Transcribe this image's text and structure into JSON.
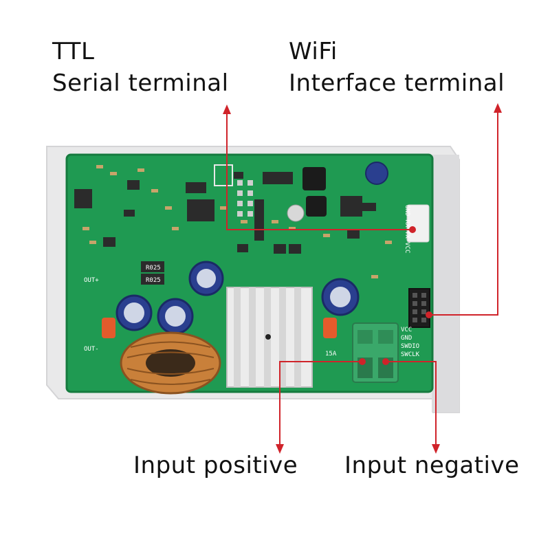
{
  "labels": {
    "ttl": {
      "line1": "TTL",
      "line2": "Serial terminal"
    },
    "wifi": {
      "line1": "WiFi",
      "line2": "Interface terminal"
    },
    "input_positive": "Input positive",
    "input_negative": "Input negative"
  },
  "board_markings": {
    "resistor_1": "R025",
    "resistor_2": "R025",
    "fuse": "15A",
    "header_pins": "GND RX TX VCC",
    "power_pins": [
      "VCC",
      "GND",
      "SWDIO",
      "SWCLK"
    ],
    "out_plus": "OUT+",
    "out_minus": "OUT-"
  },
  "colors": {
    "pcb": "#1f9a52",
    "annotation": "#d0232a",
    "terminal": "#3aa86a",
    "heatsink": "#e6e6e6",
    "capacitor": "#2a3f8f",
    "coil": "#c9803a"
  }
}
